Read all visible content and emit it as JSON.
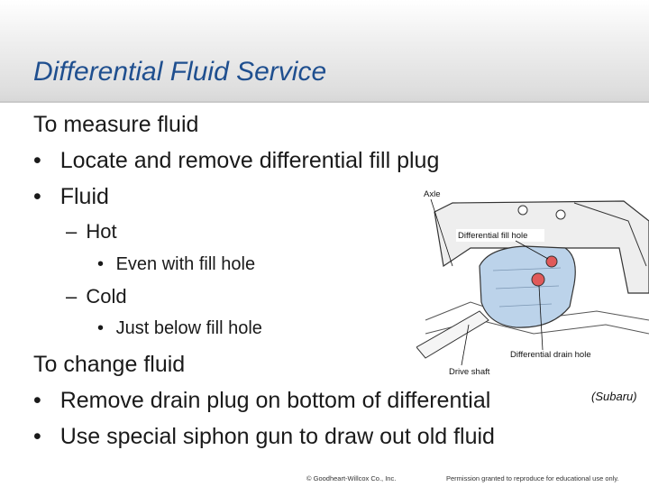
{
  "slide": {
    "title": "Differential Fluid Service",
    "measure_heading": "To measure fluid",
    "measure_items": [
      "Locate and remove differential fill plug",
      "Fluid"
    ],
    "hot_label": "Hot",
    "hot_detail": "Even with fill hole",
    "cold_label": "Cold",
    "cold_detail": "Just below fill hole",
    "change_heading": "To change fluid",
    "change_items": [
      "Remove drain plug on bottom of differential",
      "Use special siphon gun to draw out old fluid"
    ],
    "bullet_char": "•",
    "dash_char": "–"
  },
  "figure": {
    "labels": {
      "axle": "Axle",
      "fill_hole": "Differential fill hole",
      "drain_hole": "Differential drain hole",
      "drive_shaft": "Drive shaft"
    },
    "caption": "(Subaru)",
    "housing_color": "#bcd3ea",
    "plug_color": "#e05a5a"
  },
  "footer": {
    "copyright": "© Goodheart-Willcox Co., Inc.",
    "permission": "Permission granted to reproduce for educational use only."
  },
  "colors": {
    "title": "#1f4f8f",
    "body_text": "#1a1a1a"
  }
}
